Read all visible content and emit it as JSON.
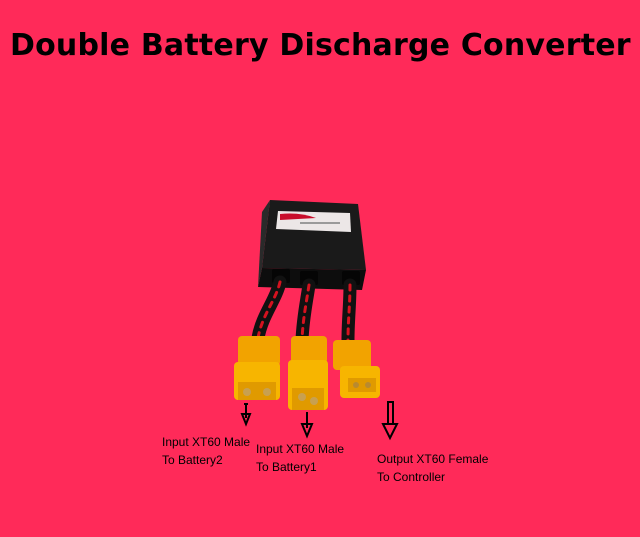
{
  "title": "Double Battery Discharge Converter",
  "labels": [
    {
      "line1": "Input XT60 Male",
      "line2": "To Battery2"
    },
    {
      "line1": "Input XT60 Male",
      "line2": "To Battery1"
    },
    {
      "line1": "Output XT60 Female",
      "line2": "To Controller"
    }
  ],
  "colors": {
    "background": "#ff2a59",
    "connector": "#f5a800",
    "box": "#141414"
  }
}
